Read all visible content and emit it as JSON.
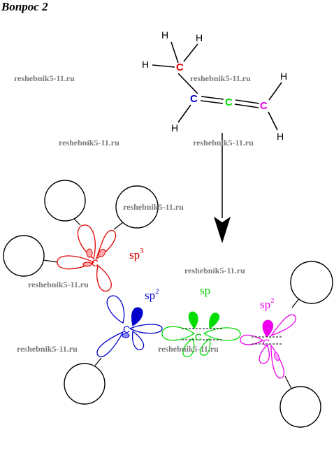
{
  "question_title": "Вопрос 2",
  "structure": {
    "c1_label": "C",
    "c2_label": "C",
    "c3_label": "C",
    "c4_label": "C",
    "h_label": "H"
  },
  "orbitals": {
    "center_label": "C",
    "hyb_sp3_base": "sp",
    "hyb_sp3_sup": "3",
    "hyb_sp2a_base": "sp",
    "hyb_sp2a_sup": "2",
    "hyb_sp_base": "sp",
    "hyb_sp2b_base": "sp",
    "hyb_sp2b_sup": "2"
  },
  "watermark": "reshebnik5-11.ru",
  "colors": {
    "red": "#dd0000",
    "blue": "#0000cc",
    "green": "#00dd00",
    "magenta": "#ee00ee",
    "watermark": "#7a7a7a"
  }
}
